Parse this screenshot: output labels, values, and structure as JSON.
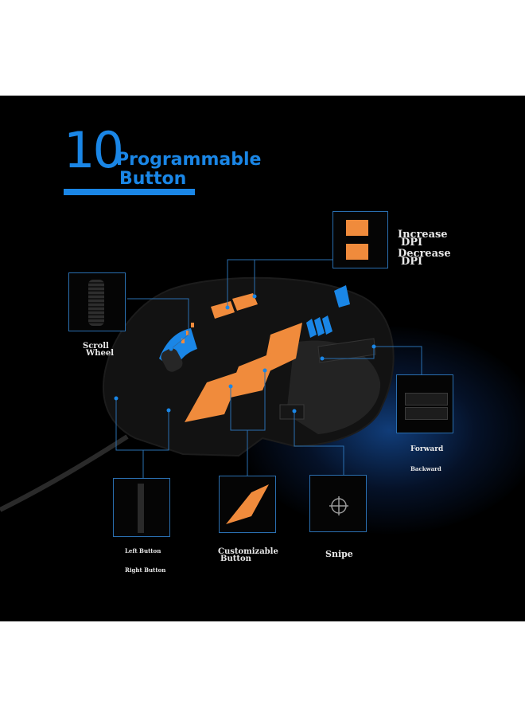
{
  "heading": {
    "number": "10",
    "line1": "Programmable",
    "line2": "Button"
  },
  "labels": {
    "increase_1": "Increase",
    "increase_2": "DPI",
    "decrease_1": "Decrease",
    "decrease_2": "DPI",
    "scroll_1": "Scroll",
    "scroll_2": "Wheel",
    "forward": "Forward",
    "backward": "Backward",
    "left_button": "Left Button",
    "right_button": "Right Button",
    "customizable_1": "Customizable",
    "customizable_2": "Button",
    "snipe": "Snipe"
  },
  "colors": {
    "accent_blue": "#1a86e6",
    "accent_orange": "#f08b3c",
    "background": "#000000"
  }
}
